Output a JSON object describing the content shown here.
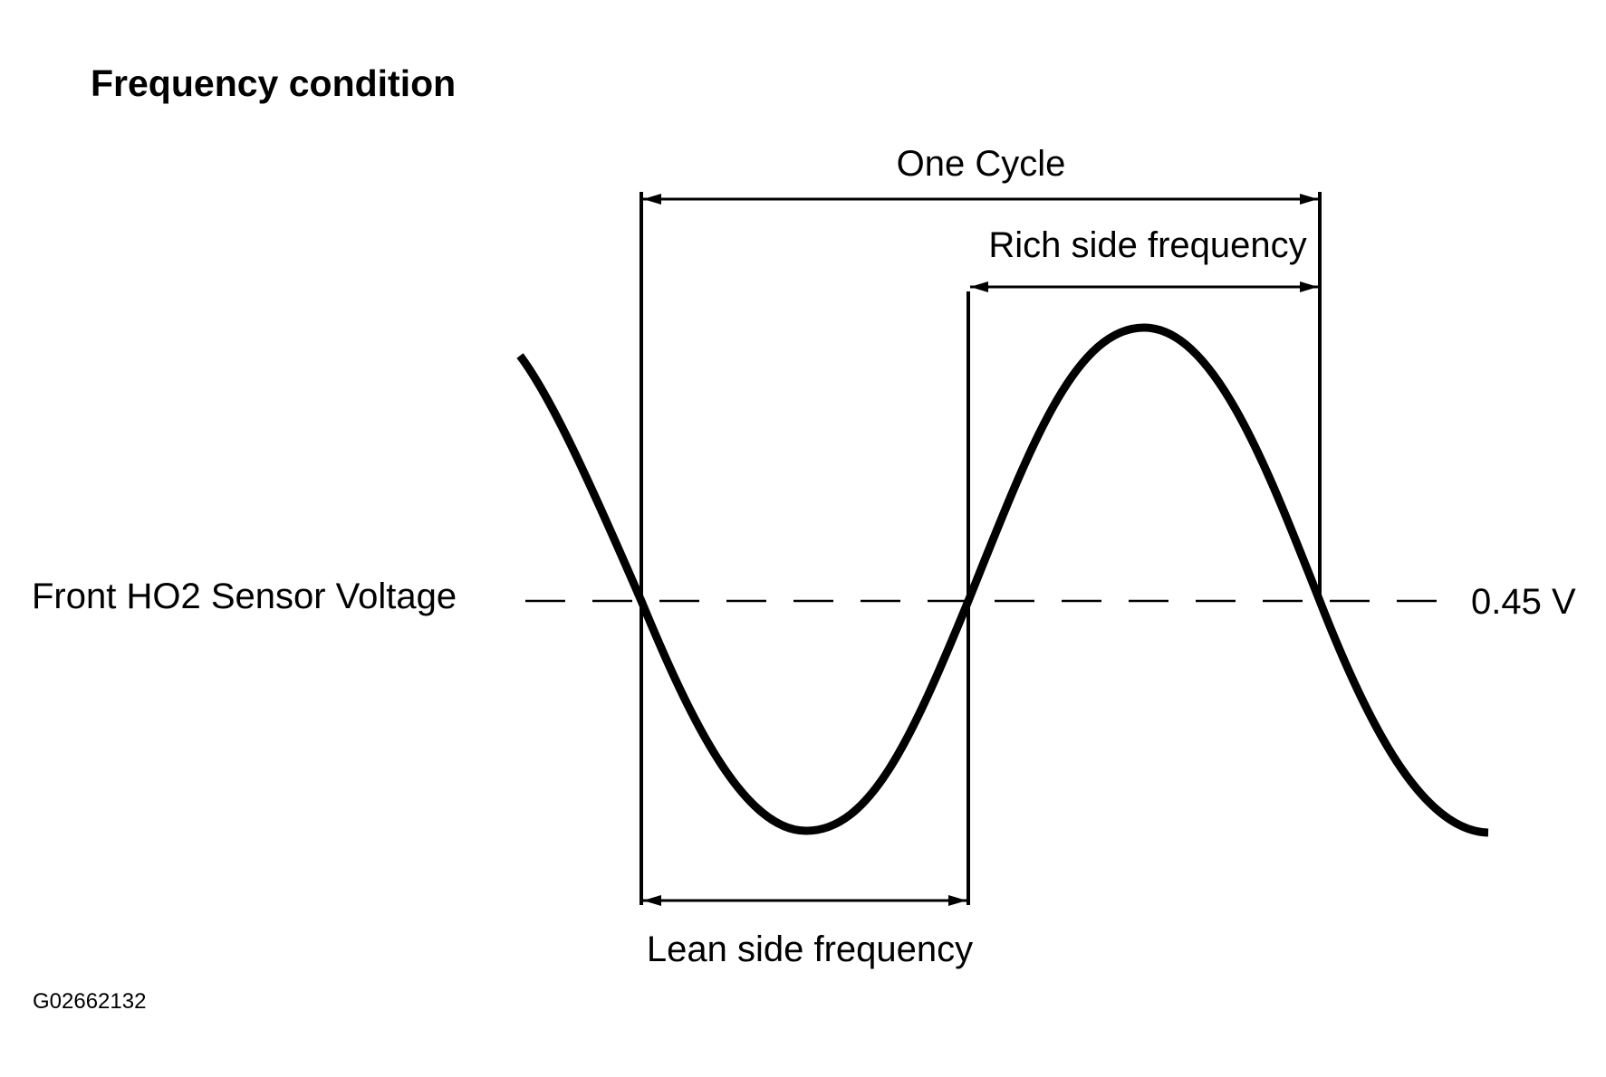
{
  "title": "Frequency condition",
  "labels": {
    "one_cycle": "One Cycle",
    "rich_side": "Rich side frequency",
    "lean_side": "Lean side frequency",
    "sensor_voltage": "Front HO2 Sensor Voltage",
    "threshold_value": "0.45 V"
  },
  "figure_code": "G02662132",
  "colors": {
    "ink": "#000000",
    "background": "#ffffff"
  }
}
